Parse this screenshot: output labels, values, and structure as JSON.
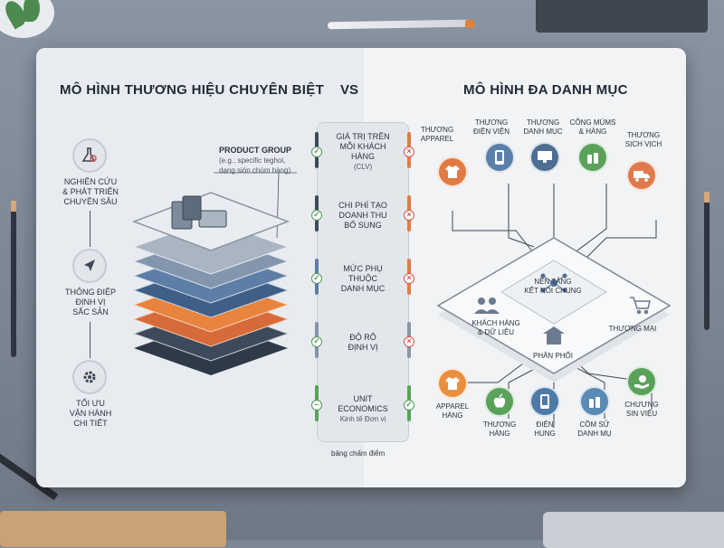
{
  "left_title": "MÔ HÌNH THƯƠNG HIỆU CHUYÊN BIỆT",
  "vs": "VS",
  "right_title": "MÔ HÌNH ĐA DANH MỤC",
  "product_group": {
    "title": "PRODUCT GROUP",
    "line1": "(e.g., specific teghoi,",
    "line2": "dạng sión chùm hàng)"
  },
  "left_steps": [
    {
      "line1": "NGHIÊN CỨU",
      "line2": "& PHÁT TRIỂN",
      "line3": "CHUYÊN SÂU",
      "icon": "flask-magnifier-icon"
    },
    {
      "line1": "THÔNG ĐIỆP",
      "line2": "ĐỊNH VỊ",
      "line3": "SẮC SẢN",
      "icon": "navigation-arrow-icon"
    },
    {
      "line1": "TỐI ƯU",
      "line2": "VẬN HÀNH",
      "line3": "CHI TIẾT",
      "icon": "gear-icon"
    }
  ],
  "scorecard": {
    "rows": [
      {
        "line1": "GIÁ TRỊ TRÊN",
        "line2": "MỖI KHÁCH",
        "line3": "HÀNG",
        "sub": "(CLV)",
        "left": "check",
        "right": "cross"
      },
      {
        "line1": "CHI PHÍ TẠO",
        "line2": "DOANH THU",
        "line3": "BỔ SUNG",
        "sub": "",
        "left": "check",
        "right": "cross"
      },
      {
        "line1": "MỨC PHỤ",
        "line2": "THUỘC",
        "line3": "DANH MỤC",
        "sub": "",
        "left": "check",
        "right": "cross"
      },
      {
        "line1": "ĐỘ RÕ",
        "line2": "ĐỊNH VỊ",
        "line3": "",
        "sub": "",
        "left": "check",
        "right": "cross"
      },
      {
        "line1": "UNIT",
        "line2": "ECONOMICS",
        "line3": "",
        "sub": "Kinh tế Đơn vị",
        "left": "neutral",
        "right": "check"
      }
    ],
    "footer": "bảng chấm điểm",
    "check_color": "#4f9a55",
    "cross_color": "#d0514a"
  },
  "hub": {
    "center_line1": "NỀN TẢNG",
    "center_line2": "KẾT NỐI CHUNG",
    "left_line1": "KHÁCH HÀNG",
    "left_line2": "& DỮ LIỆU",
    "right": "THƯƠNG MẠI",
    "bottom": "PHÂN PHỐI"
  },
  "top_nodes": [
    {
      "line1": "THƯƠNG",
      "line2": "APPAREL",
      "color": "#e17b43",
      "icon": "tshirt-icon"
    },
    {
      "line1": "THƯƠNG",
      "line2": "ĐIỆN VIỆN",
      "color": "#5a7fa8",
      "icon": "smartphone-icon"
    },
    {
      "line1": "THƯƠNG",
      "line2": "DANH MỤC",
      "color": "#4d6d92",
      "icon": "monitor-icon"
    },
    {
      "line1": "CÔNG MÚMS",
      "line2": "& HÀNG",
      "color": "#5aa25a",
      "icon": "bottles-icon"
    },
    {
      "line1": "THƯƠNG",
      "line2": "SỊCH VỊCH",
      "color": "#e07a4c",
      "icon": "truck-icon"
    }
  ],
  "bottom_nodes": [
    {
      "line1": "APPAREL",
      "line2": "HÀNG",
      "color": "#e98f3f",
      "icon": "tshirt-icon"
    },
    {
      "line1": "THƯƠNG",
      "line2": "HÀNG",
      "color": "#5aa25a",
      "icon": "apple-icon"
    },
    {
      "line1": "ĐIỆN",
      "line2": "HUNG",
      "color": "#4e7aa8",
      "icon": "smartphone-icon"
    },
    {
      "line1": "CỒM SỬ",
      "line2": "DANH MỤ",
      "color": "#5a8ab5",
      "icon": "bottles-icon"
    },
    {
      "line1": "CHƯƯNG",
      "line2": "SIN VIỆU",
      "color": "#5aa25a",
      "icon": "hand-coin-icon"
    }
  ]
}
